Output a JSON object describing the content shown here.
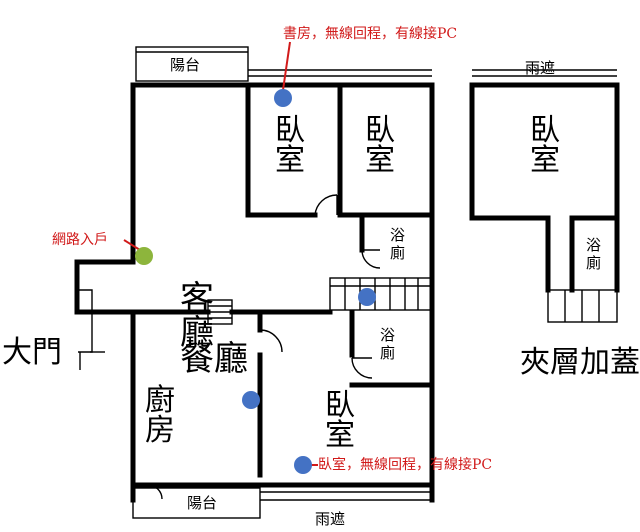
{
  "floor_plan": {
    "main_labels": {
      "balcony_top": "陽台",
      "living_room": "客廳",
      "bedroom_1": "臥室",
      "bedroom_2": "臥室",
      "bath_1": "浴廁",
      "bath_2": "浴廁",
      "dining_room": "餐廳",
      "kitchen": "廚房",
      "bedroom_3": "臥室",
      "balcony_bottom": "陽台",
      "bottom_label": "雨遮",
      "entrance": "大門"
    },
    "mezzanine_labels": {
      "top_label": "雨遮",
      "bedroom": "臥室",
      "bath": "浴廁",
      "caption": "夾層加蓋"
    },
    "annotations": {
      "study": "書房，無線回程，有線接PC",
      "network_entry": "網路入戶",
      "bedroom_pc": "臥室，無線回程，有線接PC"
    },
    "markers": {
      "blue_color": "#4472C4",
      "green_color": "#8DB53C",
      "annotation_color": "#D11A1A"
    }
  }
}
